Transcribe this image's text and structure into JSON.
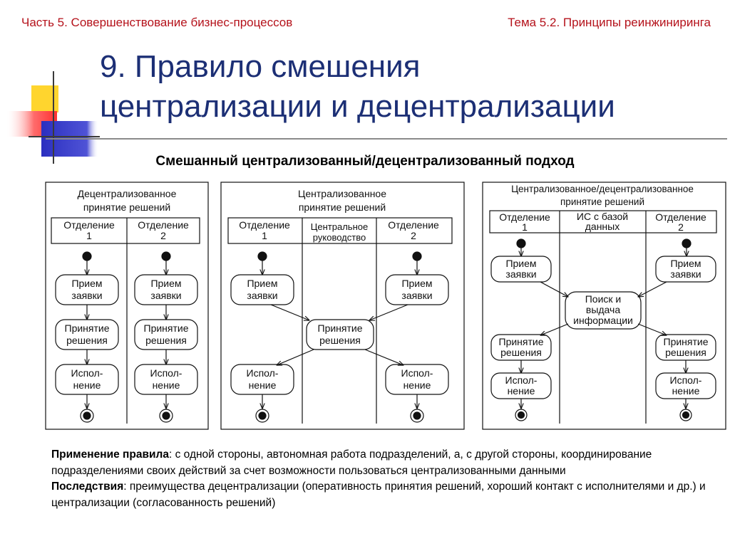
{
  "header": {
    "left": "Часть 5. Совершенствование бизнес-процессов",
    "right": "Тема 5.2. Принципы реинжиниринга"
  },
  "title_lines": [
    "9. Правило смешения",
    "централизации и децентрализации"
  ],
  "subtitle": "Смешанный централизованный/децентрализованный подход",
  "diagrams": {
    "decentral": {
      "title": [
        "Децентрализованное",
        "принятие решений"
      ],
      "lane1": [
        "Отделение",
        "1"
      ],
      "lane2": [
        "Отделение",
        "2"
      ],
      "activities": [
        [
          "Прием",
          "заявки"
        ],
        [
          "Принятие",
          "решения"
        ],
        [
          "Испол-",
          "нение"
        ]
      ]
    },
    "central": {
      "title": [
        "Централизованное",
        "принятие решений"
      ],
      "lane1": [
        "Отделение",
        "1"
      ],
      "lane_mid": [
        "Центральное",
        "руководство"
      ],
      "lane2": [
        "Отделение",
        "2"
      ],
      "activity_receive": [
        "Прием",
        "заявки"
      ],
      "activity_decide": [
        "Принятие",
        "решения"
      ],
      "activity_exec": [
        "Испол-",
        "нение"
      ]
    },
    "mixed": {
      "title": [
        "Централизованное/децентрализованное",
        "принятие решений"
      ],
      "lane1": [
        "Отделение",
        "1"
      ],
      "lane_mid": [
        "ИС с базой",
        "данных"
      ],
      "lane2": [
        "Отделение",
        "2"
      ],
      "activity_receive": [
        "Прием",
        "заявки"
      ],
      "activity_search": [
        "Поиск и",
        "выдача",
        "информации"
      ],
      "activity_decide": [
        "Принятие",
        "решения"
      ],
      "activity_exec": [
        "Испол-",
        "нение"
      ]
    }
  },
  "description": {
    "rule_label": "Применение правила",
    "rule_text": ": с одной стороны, автономная работа подразделений, а, с другой стороны, координирование подразделениями своих действий за счет возможности пользоваться централизованными данными",
    "effects_label": "Последствия",
    "effects_text": ": преимущества децентрализации (оперативность принятия решений, хороший контакт с исполнителями и др.) и централизации (согласованность решений)"
  },
  "colors": {
    "header": "#b5121b",
    "title": "#1c2f75",
    "deco_yellow": "#ffd52e",
    "deco_blue": "#3b3fc9",
    "deco_red": "#ff5a5a"
  }
}
